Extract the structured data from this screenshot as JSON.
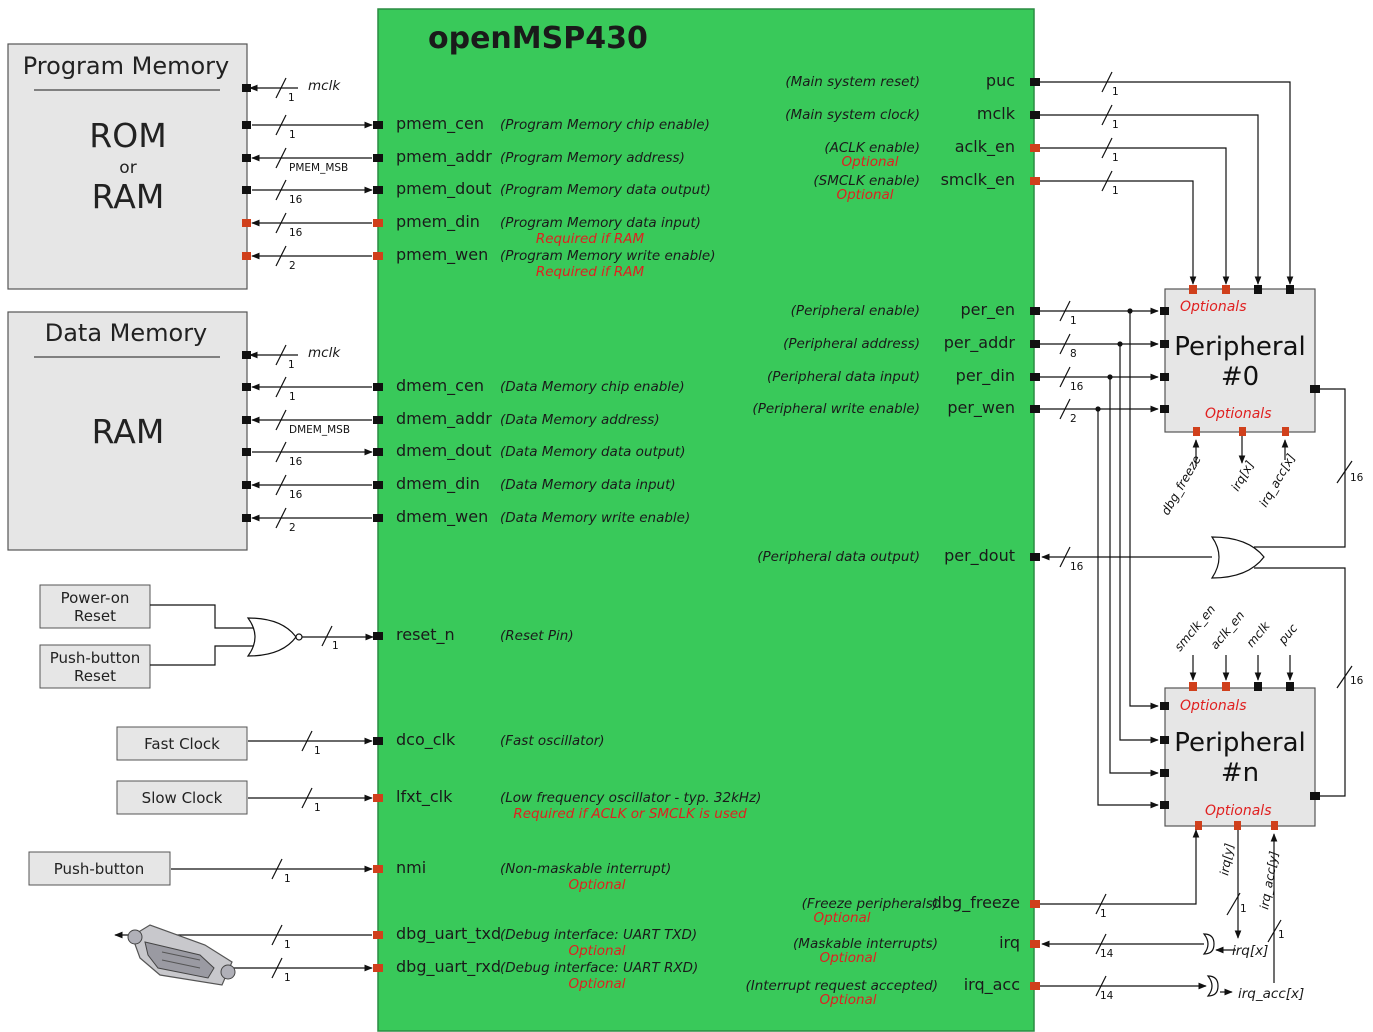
{
  "core": {
    "title": "openMSP430"
  },
  "program_memory": {
    "title": "Program Memory",
    "line1": "ROM",
    "line2": "or",
    "line3": "RAM"
  },
  "data_memory": {
    "title": "Data Memory",
    "line1": "RAM"
  },
  "left_signals": [
    {
      "name": "pmem_cen",
      "desc": "(Program Memory chip enable)",
      "width": "1",
      "dir": "in",
      "optional": false
    },
    {
      "name": "pmem_addr",
      "desc": "(Program Memory address)",
      "width": "PMEM_MSB",
      "dir": "out",
      "optional": false
    },
    {
      "name": "pmem_dout",
      "desc": "(Program Memory data output)",
      "width": "16",
      "dir": "in",
      "optional": false
    },
    {
      "name": "pmem_din",
      "desc": "(Program Memory data input)",
      "req": "Required if RAM",
      "width": "16",
      "dir": "out",
      "optional": true
    },
    {
      "name": "pmem_wen",
      "desc": "(Program Memory write enable)",
      "req": "Required if RAM",
      "width": "2",
      "dir": "out",
      "optional": true
    },
    {
      "name": "dmem_cen",
      "desc": "(Data Memory chip enable)",
      "width": "1",
      "dir": "out",
      "optional": false
    },
    {
      "name": "dmem_addr",
      "desc": "(Data Memory address)",
      "width": "DMEM_MSB",
      "dir": "out",
      "optional": false
    },
    {
      "name": "dmem_dout",
      "desc": "(Data Memory data output)",
      "width": "16",
      "dir": "in",
      "optional": false
    },
    {
      "name": "dmem_din",
      "desc": "(Data Memory data input)",
      "width": "16",
      "dir": "out",
      "optional": false
    },
    {
      "name": "dmem_wen",
      "desc": "(Data Memory write enable)",
      "width": "2",
      "dir": "out",
      "optional": false
    },
    {
      "name": "reset_n",
      "desc": "(Reset Pin)",
      "width": "1",
      "dir": "in",
      "optional": false
    },
    {
      "name": "dco_clk",
      "desc": "(Fast oscillator)",
      "width": "1",
      "dir": "in",
      "optional": false
    },
    {
      "name": "lfxt_clk",
      "desc": "(Low frequency oscillator - typ. 32kHz)",
      "req": "Required if ACLK or SMCLK is used",
      "width": "1",
      "dir": "in",
      "optional": true
    },
    {
      "name": "nmi",
      "desc": "(Non-maskable interrupt)",
      "req": "Optional",
      "width": "1",
      "dir": "in",
      "optional": true
    },
    {
      "name": "dbg_uart_txd",
      "desc": "(Debug interface: UART TXD)",
      "req": "Optional",
      "width": "1",
      "dir": "out",
      "optional": true
    },
    {
      "name": "dbg_uart_rxd",
      "desc": "(Debug interface: UART RXD)",
      "req": "Optional",
      "width": "1",
      "dir": "in",
      "optional": true
    }
  ],
  "mclk_labels": [
    "mclk",
    "mclk"
  ],
  "mclk_width": "1",
  "right_signals": [
    {
      "name": "puc",
      "desc": "(Main system reset)",
      "width": "1",
      "optional": false
    },
    {
      "name": "mclk",
      "desc": "(Main system clock)",
      "width": "1",
      "optional": false
    },
    {
      "name": "aclk_en",
      "desc": "(ACLK enable)",
      "req": "Optional",
      "width": "1",
      "optional": true
    },
    {
      "name": "smclk_en",
      "desc": "(SMCLK enable)",
      "req": "Optional",
      "width": "1",
      "optional": true
    },
    {
      "name": "per_en",
      "desc": "(Peripheral enable)",
      "width": "1",
      "optional": false
    },
    {
      "name": "per_addr",
      "desc": "(Peripheral address)",
      "width": "8",
      "optional": false
    },
    {
      "name": "per_din",
      "desc": "(Peripheral data input)",
      "width": "16",
      "optional": false
    },
    {
      "name": "per_wen",
      "desc": "(Peripheral write enable)",
      "width": "2",
      "optional": false
    },
    {
      "name": "per_dout",
      "desc": "(Peripheral data output)",
      "width": "16",
      "optional": false
    },
    {
      "name": "dbg_freeze",
      "desc": "(Freeze peripherals)",
      "req": "Optional",
      "width": "1",
      "optional": true
    },
    {
      "name": "irq",
      "desc": "(Maskable interrupts)",
      "req": "Optional",
      "width": "14",
      "optional": true
    },
    {
      "name": "irq_acc",
      "desc": "(Interrupt request accepted)",
      "req": "Optional",
      "width": "14",
      "optional": true
    }
  ],
  "sources": {
    "power_on_reset": [
      "Power-on",
      "Reset"
    ],
    "push_button_reset": [
      "Push-button",
      "Reset"
    ],
    "fast_clock": "Fast Clock",
    "slow_clock": "Slow Clock",
    "push_button": "Push-button"
  },
  "peripherals": [
    {
      "title_line1": "Peripheral",
      "title_line2": "#0",
      "optionals_top": "Optionals",
      "optionals_bottom": "Optionals",
      "bottom_labels": [
        "dbg_freeze",
        "irq[x]",
        "irq_acc[x]"
      ],
      "out_width": "16"
    },
    {
      "title_line1": "Peripheral",
      "title_line2": "#n",
      "optionals_top": "Optionals",
      "optionals_bottom": "Optionals",
      "top_labels": [
        "smclk_en",
        "aclk_en",
        "mclk",
        "puc"
      ],
      "bottom_labels": [
        "irq[y]",
        "irq_acc[y]"
      ],
      "out_width": "16"
    }
  ],
  "interrupt_labels": {
    "irq_x": "irq[x]",
    "irq_acc_x": "irq_acc[x]",
    "irq_y_width": "1",
    "irq_acc_y_width": "1"
  },
  "colors": {
    "core_fill": "#39c95a",
    "memory_fill": "#e6e6e6",
    "peripheral_fill": "#e6e6e6",
    "optional_port": "#d0401c",
    "required_port": "#111111",
    "optional_text": "#e02020"
  }
}
